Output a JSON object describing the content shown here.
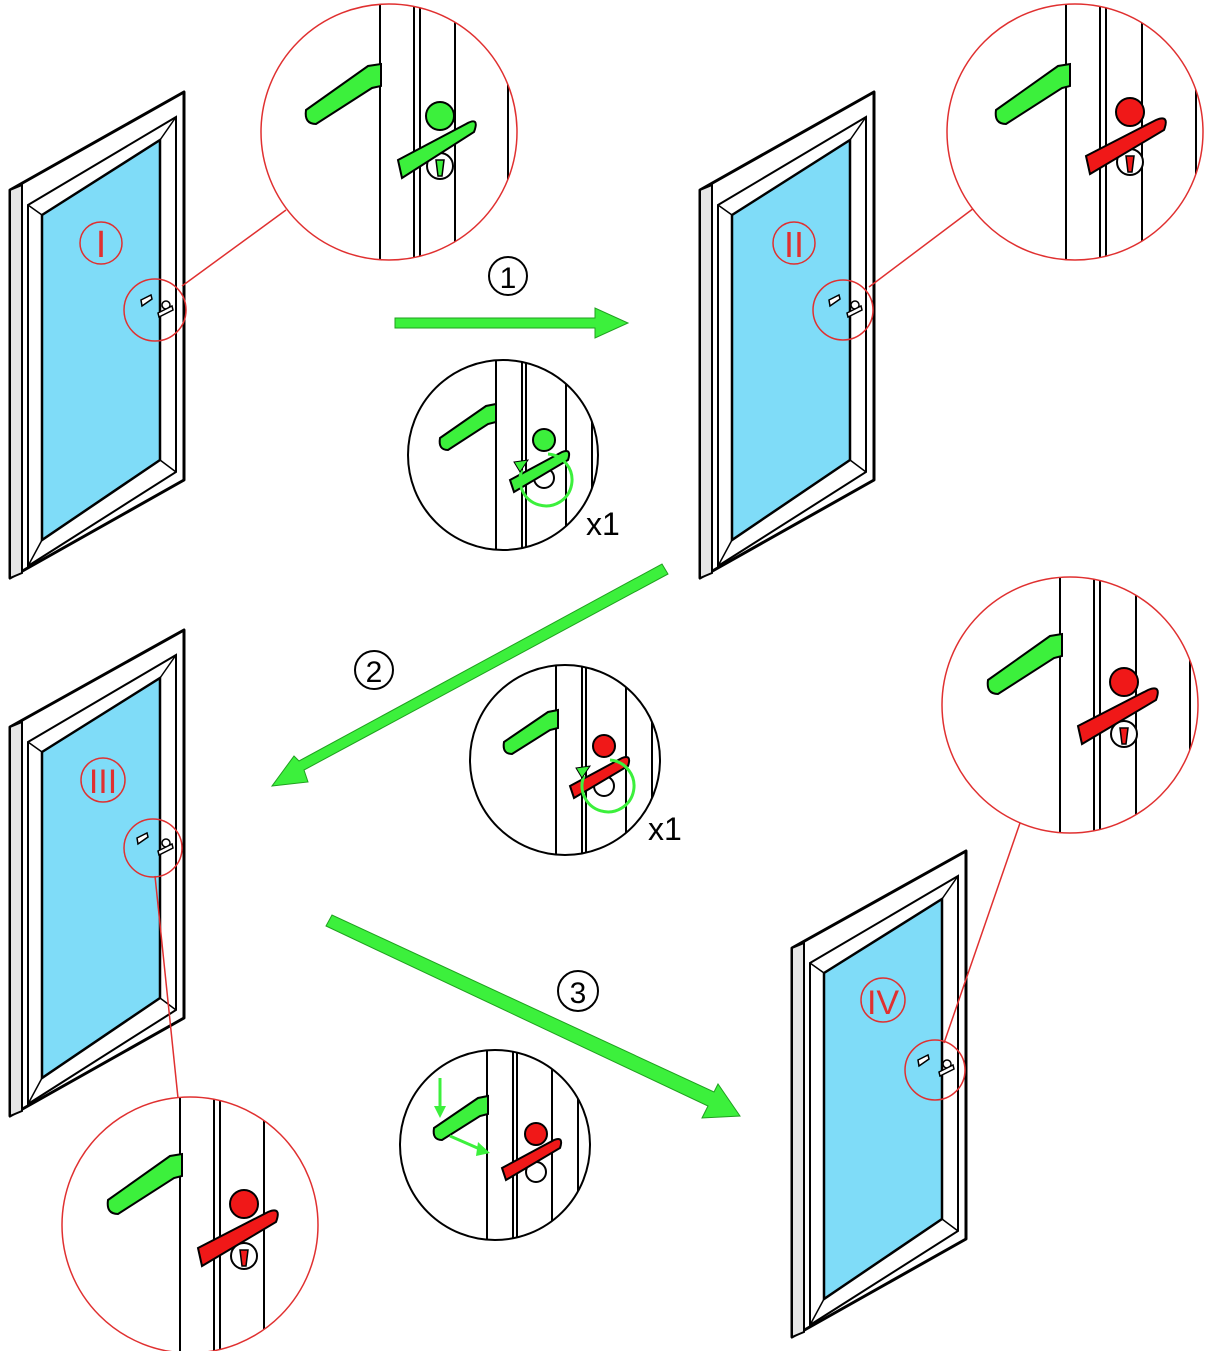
{
  "diagram": {
    "doors": [
      {
        "id": "door-1",
        "label": "I"
      },
      {
        "id": "door-2",
        "label": "II"
      },
      {
        "id": "door-3",
        "label": "III"
      },
      {
        "id": "door-4",
        "label": "IV"
      }
    ],
    "steps": [
      {
        "id": "step-1",
        "number": "1",
        "multiplier": "x1"
      },
      {
        "id": "step-2",
        "number": "2",
        "multiplier": "x1"
      },
      {
        "id": "step-3",
        "number": "3"
      }
    ],
    "colors": {
      "glass": "#7fdcf8",
      "frame": "#ffffff",
      "outline": "#000000",
      "unlocked_green": "#3cf03c",
      "locked_red": "#f01818",
      "callout_red": "#e03030",
      "arrow_green": "#3cf03c"
    },
    "icons": [
      "door-icon",
      "handle-icon",
      "lock-cylinder-icon",
      "rotate-arrow-icon",
      "push-down-arrow-icon"
    ]
  }
}
